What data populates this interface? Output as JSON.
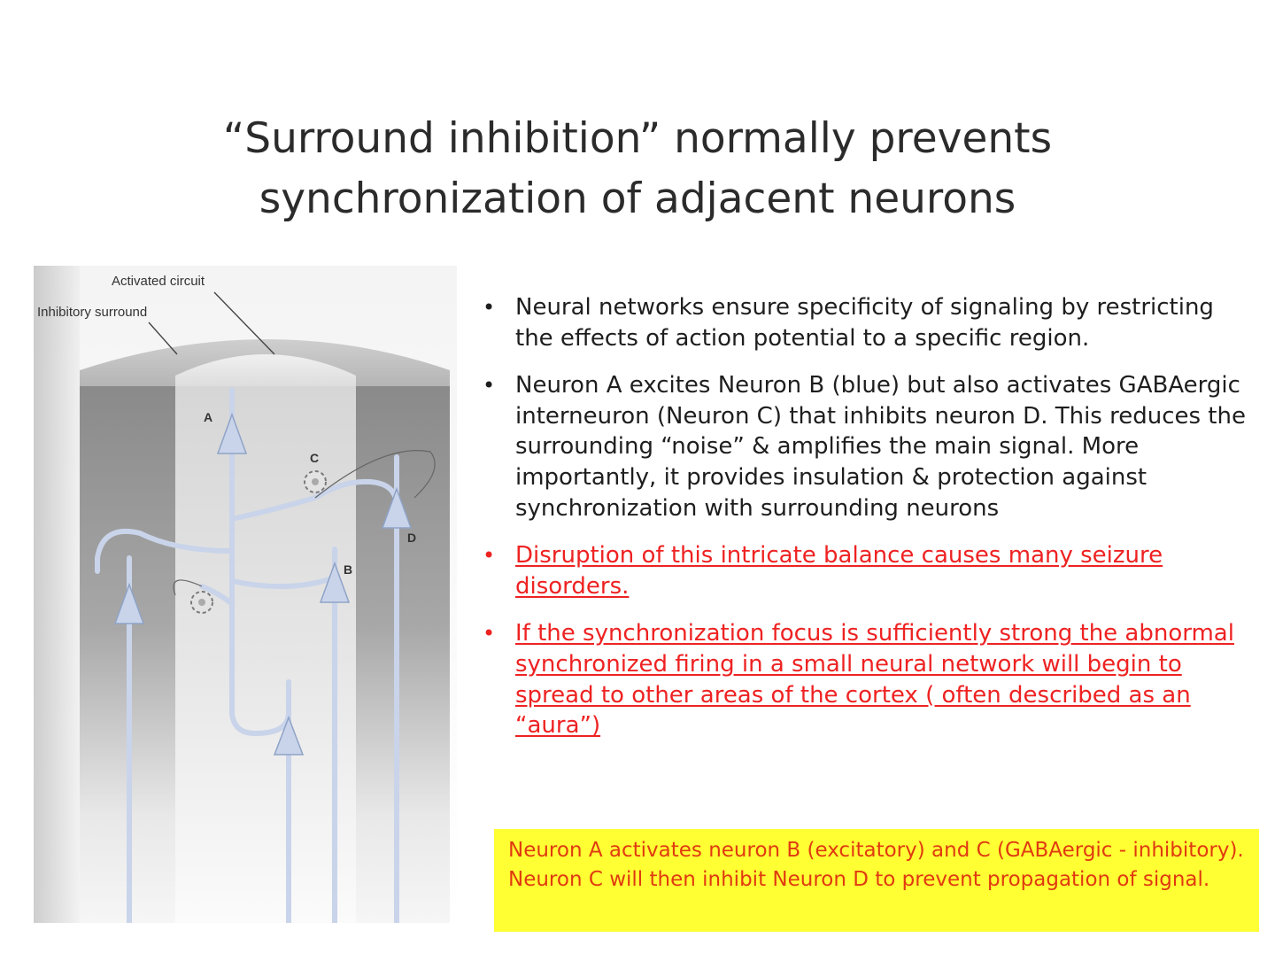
{
  "slide": {
    "title_lines": [
      "“Surround inhibition” normally prevents",
      "synchronization of adjacent neurons"
    ],
    "figure": {
      "label_activated": "Activated circuit",
      "label_inhibitory": "Inhibitory surround",
      "neuron_a": "A",
      "neuron_b": "B",
      "neuron_c": "C",
      "neuron_d": "D"
    },
    "bullets": [
      {
        "text": "Neural networks ensure specificity of signaling by restricting the effects of action potential to a specific region.",
        "style": "normal"
      },
      {
        "text": "Neuron A excites Neuron B (blue) but also activates GABAergic interneuron (Neuron C) that inhibits neuron D. This reduces the surrounding “noise” & amplifies the main signal. More importantly, it provides insulation & protection against synchronization with surrounding neurons",
        "style": "normal"
      },
      {
        "text": "Disruption of this intricate balance causes many seizure disorders.",
        "style": "red-underline"
      },
      {
        "text": "If the synchronization focus is sufficiently strong the abnormal synchronized firing in a small neural network will begin to spread to other areas of the cortex ( often described as an “aura”)",
        "style": "red-underline"
      }
    ],
    "bullet_symbol": "•",
    "highlight_note": "Neuron A activates neuron B (excitatory) and C (GABAergic - inhibitory). Neuron C will then inhibit Neuron D to prevent propagation of signal.",
    "colors": {
      "title": "#2b2b2b",
      "body_text": "#1e1e1e",
      "emphasis_red": "#ee2222",
      "highlight_bg": "#ffff33",
      "note_text": "#e03a10",
      "neuron_fill": "#c9d4ea"
    }
  }
}
